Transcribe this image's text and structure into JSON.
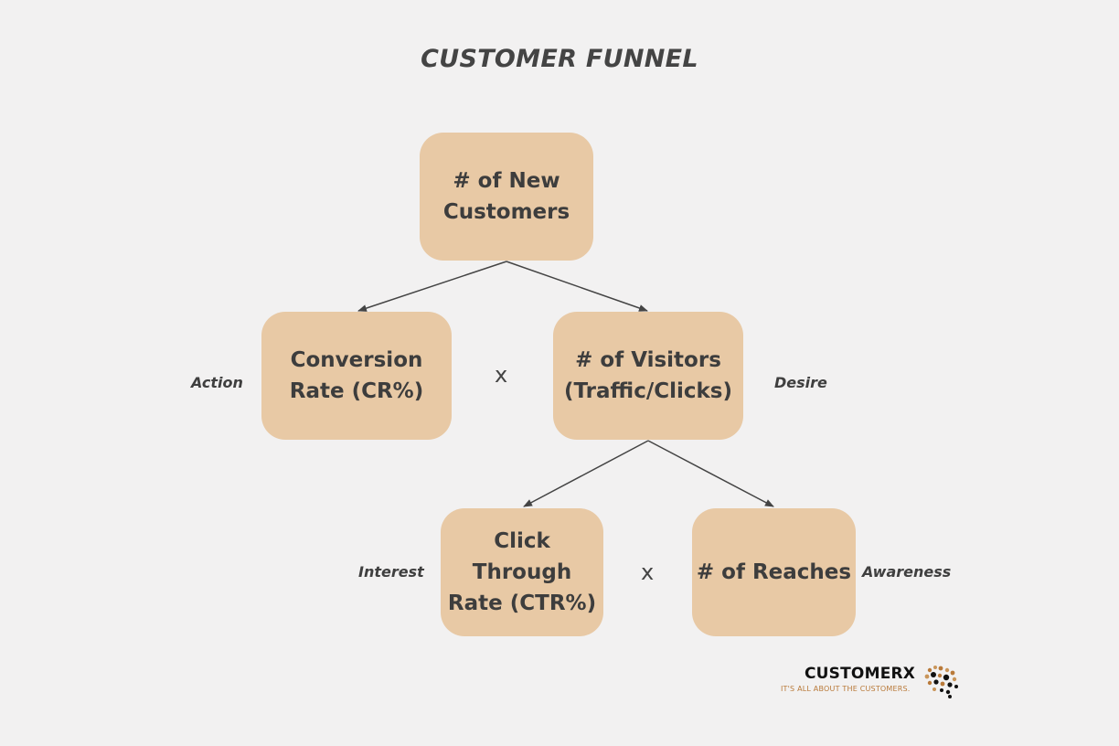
{
  "title": "CUSTOMER FUNNEL",
  "nodes": {
    "new_customers": [
      "# of New",
      "Customers"
    ],
    "conversion_rate": [
      "Conversion",
      "Rate (CR%)"
    ],
    "visitors": [
      "# of Visitors",
      "(Traffic/Clicks)"
    ],
    "ctr": [
      "Click",
      "Through",
      "Rate (CTR%)"
    ],
    "reaches": [
      "# of Reaches"
    ]
  },
  "operators": {
    "level1": "x",
    "level2": "x"
  },
  "stages": {
    "action": "Action",
    "desire": "Desire",
    "interest": "Interest",
    "awareness": "Awareness"
  },
  "logo": {
    "name": "CUSTOMERX",
    "tagline": "IT'S ALL ABOUT THE CUSTOMERS."
  },
  "colors": {
    "background": "#f2f1f1",
    "box_fill": "#e8c9a5",
    "text": "#3d3d3d",
    "arrow": "#444444",
    "logo_accent": "#b97a3a"
  }
}
